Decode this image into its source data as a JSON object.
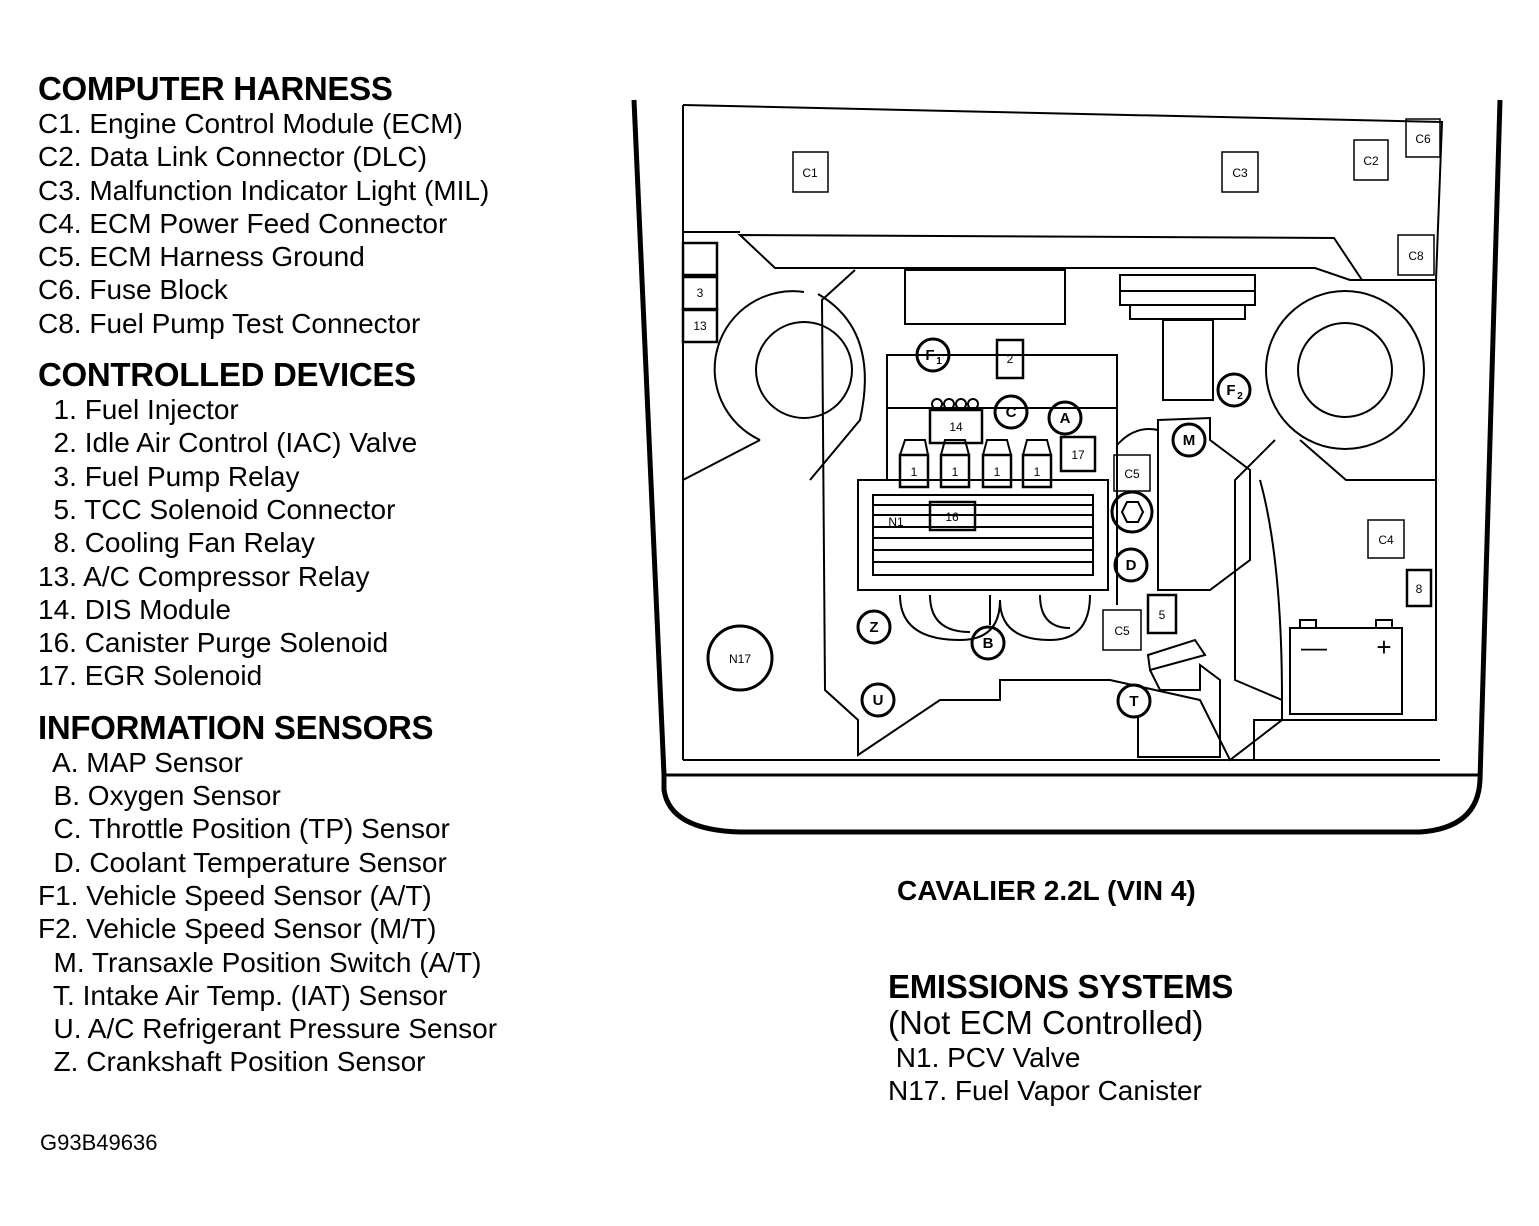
{
  "legend": {
    "computer_harness": {
      "title": "COMPUTER HARNESS",
      "items": [
        {
          "text": "C1. Engine Control Module (ECM)"
        },
        {
          "text": "C2. Data Link Connector (DLC)"
        },
        {
          "text": "C3. Malfunction Indicator Light (MIL)"
        },
        {
          "text": "C4. ECM Power Feed Connector"
        },
        {
          "text": "C5. ECM Harness Ground"
        },
        {
          "text": "C6. Fuse Block"
        },
        {
          "text": "C8. Fuel Pump Test Connector"
        }
      ]
    },
    "controlled_devices": {
      "title": "CONTROLLED DEVICES",
      "items": [
        {
          "text": "  1. Fuel Injector"
        },
        {
          "text": "  2. Idle Air Control (IAC) Valve"
        },
        {
          "text": "  3. Fuel Pump Relay"
        },
        {
          "text": "  5. TCC Solenoid Connector"
        },
        {
          "text": "  8. Cooling Fan Relay"
        },
        {
          "text": "13. A/C Compressor Relay"
        },
        {
          "text": "14. DIS Module"
        },
        {
          "text": "16. Canister Purge Solenoid"
        },
        {
          "text": "17. EGR Solenoid"
        }
      ]
    },
    "information_sensors": {
      "title": "INFORMATION SENSORS",
      "items": [
        {
          "text": "  A. MAP Sensor"
        },
        {
          "text": "  B. Oxygen Sensor"
        },
        {
          "text": "  C. Throttle Position (TP) Sensor"
        },
        {
          "text": "  D. Coolant Temperature Sensor"
        },
        {
          "text": "F1. Vehicle Speed Sensor (A/T)"
        },
        {
          "text": "F2. Vehicle Speed Sensor (M/T)"
        },
        {
          "text": "  M. Transaxle Position Switch (A/T)"
        },
        {
          "text": "  T. Intake Air Temp. (IAT) Sensor"
        },
        {
          "text": "  U. A/C Refrigerant Pressure Sensor"
        },
        {
          "text": "  Z. Crankshaft Position Sensor"
        }
      ]
    }
  },
  "caption": "CAVALIER 2.2L (VIN 4)",
  "emissions": {
    "title": "EMISSIONS SYSTEMS",
    "subtitle": "(Not ECM Controlled)",
    "items": [
      {
        "text": " N1. PCV Valve"
      },
      {
        "text": "N17. Fuel Vapor Canister"
      }
    ]
  },
  "figure_id": "G93B49636",
  "diagram_labels": {
    "c1": "C1",
    "c2": "C2",
    "c3": "C3",
    "c4": "C4",
    "c5a": "C5",
    "c5b": "C5",
    "c6": "C6",
    "c8": "C8",
    "r3": "3",
    "r13": "13",
    "r2": "2",
    "r14": "14",
    "r17": "17",
    "r16": "16",
    "r5": "5",
    "r8": "8",
    "inj1": "1",
    "inj2": "1",
    "inj3": "1",
    "inj4": "1",
    "f1": "F",
    "f1sub": "1",
    "f2": "F",
    "f2sub": "2",
    "a": "A",
    "b": "B",
    "c": "C",
    "d": "D",
    "m": "M",
    "t": "T",
    "u": "U",
    "z": "Z",
    "n1": "N1",
    "n17": "N17",
    "batt_minus": "—",
    "batt_plus": "+"
  }
}
